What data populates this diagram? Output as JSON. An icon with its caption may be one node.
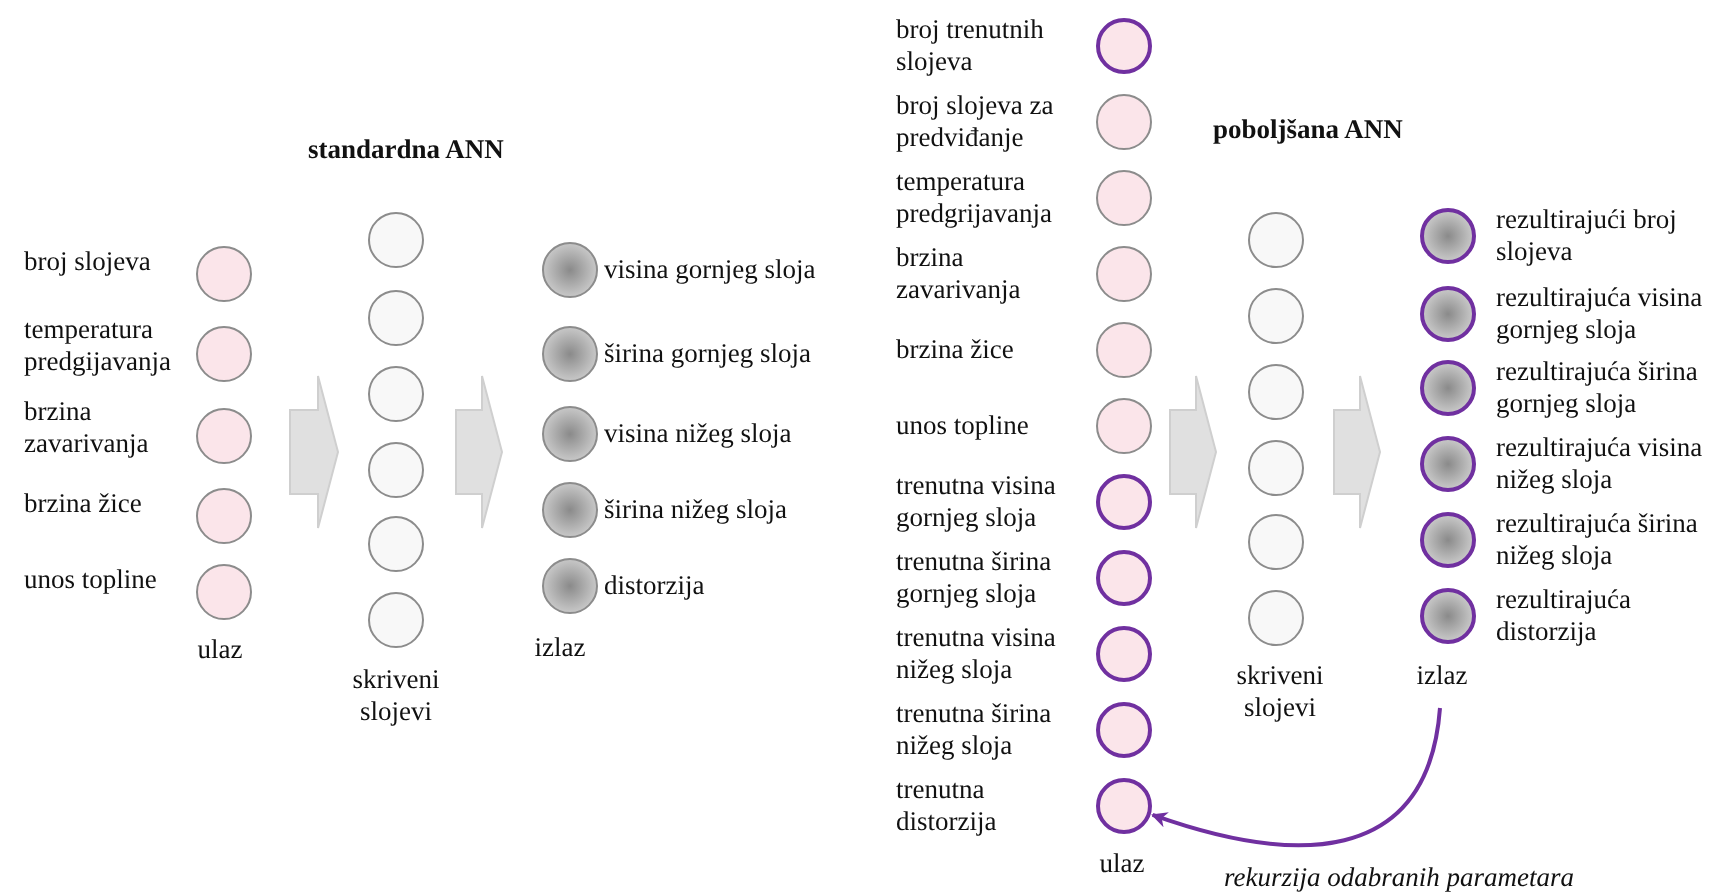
{
  "diagram": {
    "nodes": [
      {
        "text": [
          "ulaz"
        ]
      },
      {
        "text": [],
        "shape": "circle",
        "in": 0,
        "beside": [
          "broj slojeva"
        ]
      },
      {
        "text": [],
        "shape": "circle",
        "in": 0,
        "beside": [
          "temperatura predgijavanja"
        ]
      },
      {
        "text": [],
        "shape": "circle",
        "in": 0,
        "beside": [
          "brzina zavarivanja"
        ]
      },
      {
        "text": [],
        "shape": "circle",
        "in": 0,
        "beside": [
          "brzina žice"
        ]
      },
      {
        "text": [],
        "shape": "circle",
        "in": 0,
        "beside": [
          "unos topline"
        ]
      },
      {
        "text": [
          "skriveni slojevi"
        ]
      },
      {
        "text": [],
        "shape": "circle",
        "in": 6
      },
      {
        "text": [],
        "shape": "circle",
        "in": 6
      },
      {
        "text": [],
        "shape": "circle",
        "in": 6
      },
      {
        "text": [],
        "shape": "circle",
        "in": 6
      },
      {
        "text": [],
        "shape": "circle",
        "in": 6
      },
      {
        "text": [],
        "shape": "circle",
        "in": 6
      },
      {
        "text": [
          "izlaz"
        ]
      },
      {
        "text": [],
        "shape": "circle",
        "in": 13,
        "beside": [
          "visina gornjeg sloja"
        ]
      },
      {
        "text": [],
        "shape": "circle",
        "in": 13,
        "beside": [
          "širina gornjeg sloja"
        ]
      },
      {
        "text": [],
        "shape": "circle",
        "in": 13,
        "beside": [
          "visina nižeg sloja"
        ]
      },
      {
        "text": [],
        "shape": "circle",
        "in": 13,
        "beside": [
          "širina nižeg sloja"
        ]
      },
      {
        "text": [],
        "shape": "circle",
        "in": 13,
        "beside": [
          "distorzija"
        ]
      },
      {
        "text": [
          "ulaz"
        ]
      },
      {
        "text": [],
        "shape": "circle",
        "in": 19,
        "beside": [
          "broj trenutnih slojeva"
        ]
      },
      {
        "text": [],
        "shape": "circle",
        "in": 19,
        "beside": [
          "broj slojeva za predviđanje"
        ]
      },
      {
        "text": [],
        "shape": "circle",
        "in": 19,
        "beside": [
          "temperatura predgrijavanja"
        ]
      },
      {
        "text": [],
        "shape": "circle",
        "in": 19,
        "beside": [
          "brzina zavarivanja"
        ]
      },
      {
        "text": [],
        "shape": "circle",
        "in": 19,
        "beside": [
          "brzina žice"
        ]
      },
      {
        "text": [],
        "shape": "circle",
        "in": 19,
        "beside": [
          "unos topline"
        ]
      },
      {
        "text": [],
        "shape": "circle",
        "in": 19,
        "beside": [
          "trenutna visina gornjeg sloja"
        ]
      },
      {
        "text": [],
        "shape": "circle",
        "in": 19,
        "beside": [
          "trenutna širina gornjeg sloja"
        ]
      },
      {
        "text": [],
        "shape": "circle",
        "in": 19,
        "beside": [
          "trenutna visina nižeg sloja"
        ]
      },
      {
        "text": [],
        "shape": "circle",
        "in": 19,
        "beside": [
          "trenutna širina nižeg sloja"
        ]
      },
      {
        "text": [],
        "shape": "circle",
        "in": 19,
        "beside": [
          "trenutna distorzija"
        ]
      },
      {
        "text": [
          "skriveni slojevi"
        ]
      },
      {
        "text": [],
        "shape": "circle",
        "in": 31
      },
      {
        "text": [],
        "shape": "circle",
        "in": 31
      },
      {
        "text": [],
        "shape": "circle",
        "in": 31
      },
      {
        "text": [],
        "shape": "circle",
        "in": 31
      },
      {
        "text": [],
        "shape": "circle",
        "in": 31
      },
      {
        "text": [],
        "shape": "circle",
        "in": 31
      },
      {
        "text": [
          "izlaz"
        ]
      },
      {
        "text": [],
        "shape": "circle",
        "in": 38,
        "beside": [
          "rezultirajući broj slojeva"
        ]
      },
      {
        "text": [],
        "shape": "circle",
        "in": 38,
        "beside": [
          "rezultirajuća visina gornjeg sloja"
        ]
      },
      {
        "text": [],
        "shape": "circle",
        "in": 38,
        "beside": [
          "rezultirajuća širina gornjeg sloja"
        ]
      },
      {
        "text": [],
        "shape": "circle",
        "in": 38,
        "beside": [
          "rezultirajuća visina nižeg sloja"
        ]
      },
      {
        "text": [],
        "shape": "circle",
        "in": 38,
        "beside": [
          "rezultirajuća širina nižeg sloja"
        ]
      },
      {
        "text": [],
        "shape": "circle",
        "in": 38,
        "beside": [
          "rezultirajuća distorzija"
        ]
      }
    ],
    "edges": [
      {
        "from": 0,
        "to": 6,
        "arrow": "to"
      },
      {
        "from": 6,
        "to": 13,
        "arrow": "to"
      },
      {
        "from": 19,
        "to": 31,
        "arrow": "to"
      },
      {
        "from": 31,
        "to": 38,
        "arrow": "to"
      },
      {
        "from": 38,
        "to": 30,
        "arrow": "to",
        "label": "rekurzija odabranih parametara",
        "color": "#7030a0"
      }
    ],
    "labels": [
      "standardna ANN",
      "poboljšana ANN"
    ]
  }
}
